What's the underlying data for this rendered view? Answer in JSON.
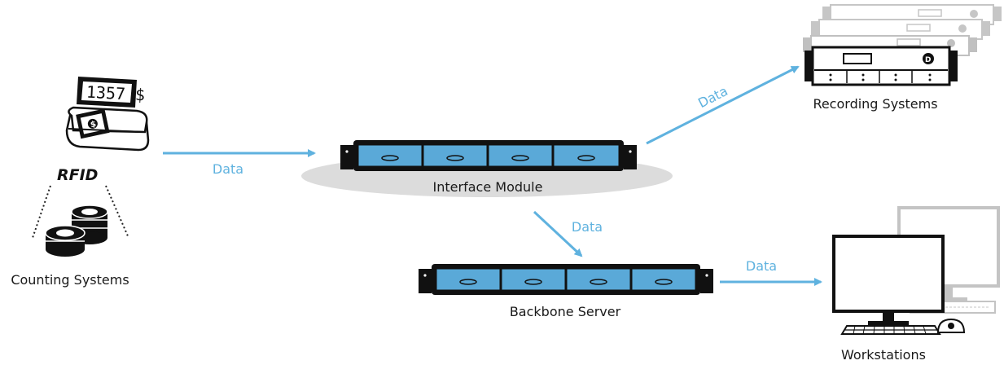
{
  "nodes": {
    "counting": {
      "label": "Counting Systems",
      "rfid_text": "RFID",
      "display_text": "1357 $"
    },
    "interface": {
      "label": "Interface Module"
    },
    "recording": {
      "label": "Recording Systems"
    },
    "backbone": {
      "label": "Backbone Server"
    },
    "workstations": {
      "label": "Workstations"
    }
  },
  "edges": [
    {
      "from": "counting",
      "to": "interface",
      "label": "Data"
    },
    {
      "from": "interface",
      "to": "recording",
      "label": "Data"
    },
    {
      "from": "interface",
      "to": "backbone",
      "label": "Data"
    },
    {
      "from": "backbone",
      "to": "workstations",
      "label": "Data"
    }
  ],
  "colors": {
    "accent": "#5fb2df",
    "bay": "#5aa9d8",
    "ellipse": "#dcdcdc",
    "dark": "#111111",
    "ghost": "#bdbdbd"
  }
}
